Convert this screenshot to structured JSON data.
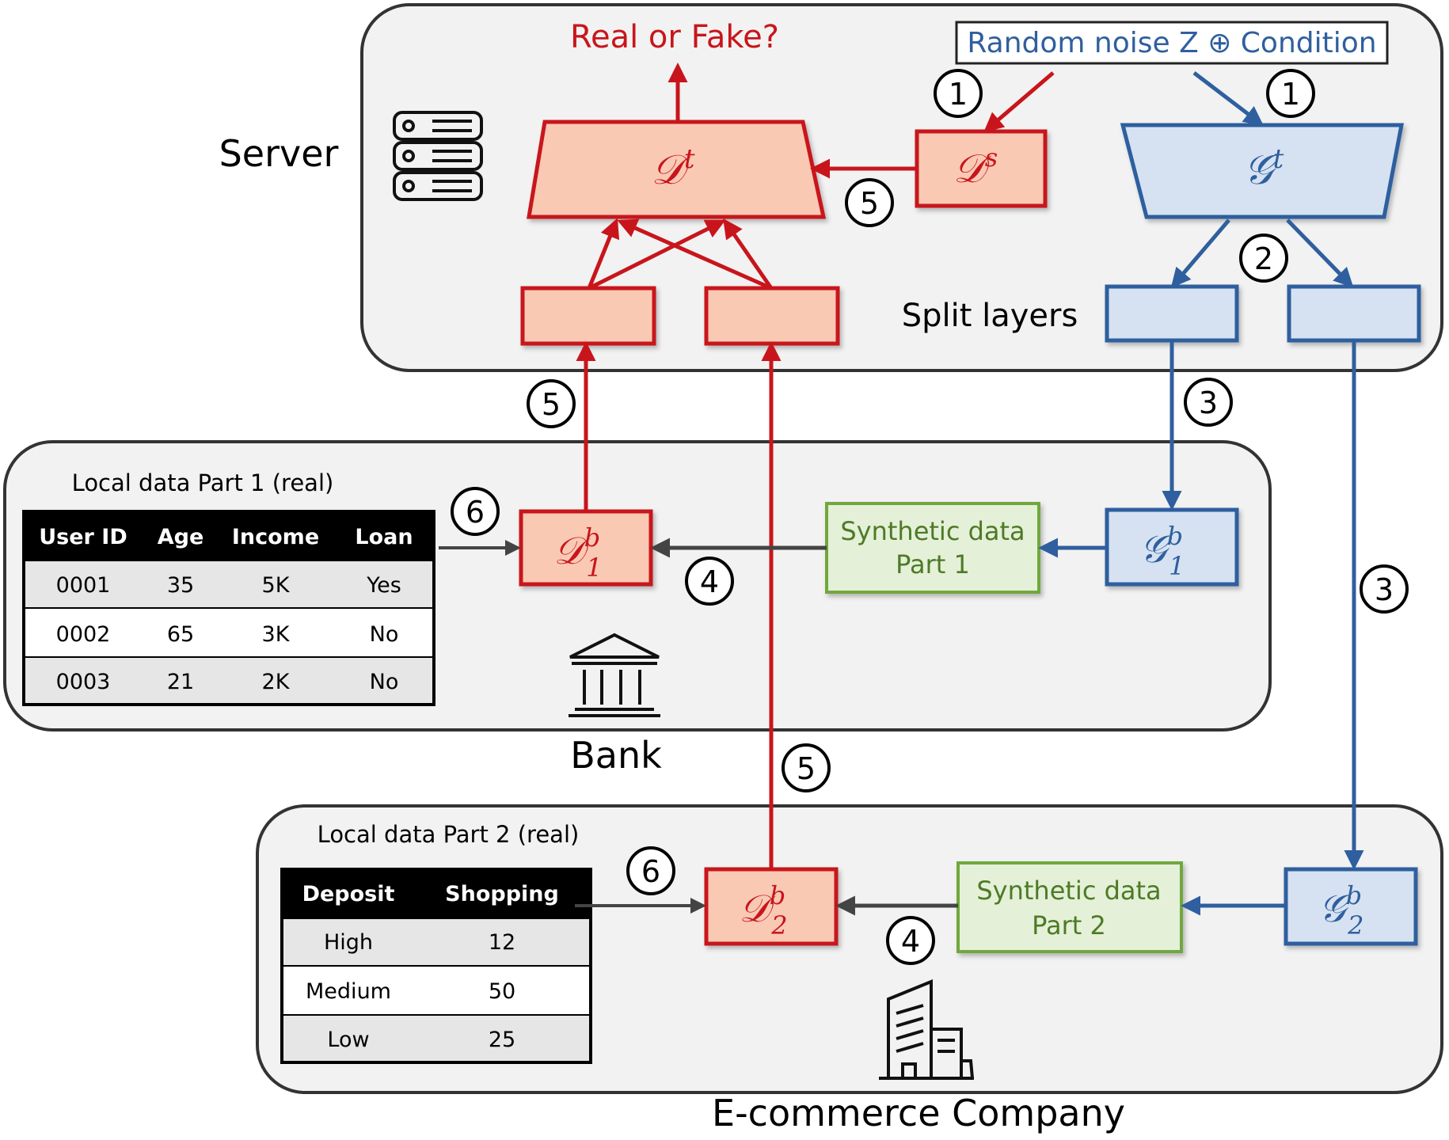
{
  "server": {
    "label": "Server",
    "real_or_fake": "Real or Fake?",
    "input_box": "Random noise Z ⊕ Condition",
    "split_layers": "Split layers",
    "discriminator_top": {
      "base": "𝒟",
      "sup": "t"
    },
    "discriminator_server": {
      "base": "𝒟",
      "sup": "s"
    },
    "generator_top": {
      "base": "𝒢",
      "sup": "t"
    }
  },
  "bank": {
    "label": "Bank",
    "table_title": "Local data Part 1 (real)",
    "table": {
      "headers": [
        "User ID",
        "Age",
        "Income",
        "Loan"
      ],
      "rows": [
        [
          "0001",
          "35",
          "5K",
          "Yes"
        ],
        [
          "0002",
          "65",
          "3K",
          "No"
        ],
        [
          "0003",
          "21",
          "2K",
          "No"
        ]
      ]
    },
    "synthetic": [
      "Synthetic data",
      "Part 1"
    ],
    "discriminator": {
      "base": "𝒟",
      "sup": "b",
      "sub": "1"
    },
    "generator": {
      "base": "𝒢",
      "sup": "b",
      "sub": "1"
    }
  },
  "ecommerce": {
    "label": "E-commerce Company",
    "table_title": "Local data Part 2 (real)",
    "table": {
      "headers": [
        "Deposit",
        "Shopping"
      ],
      "rows": [
        [
          "High",
          "12"
        ],
        [
          "Medium",
          "50"
        ],
        [
          "Low",
          "25"
        ]
      ]
    },
    "synthetic": [
      "Synthetic data",
      "Part 2"
    ],
    "discriminator": {
      "base": "𝒟",
      "sup": "b",
      "sub": "2"
    },
    "generator": {
      "base": "𝒢",
      "sup": "b",
      "sub": "2"
    }
  },
  "steps": {
    "s1": "1",
    "s2": "2",
    "s3": "3",
    "s4": "4",
    "s5": "5",
    "s6": "6"
  },
  "colors": {
    "red_stroke": "#c8151b",
    "red_fill": "#f9c9b4",
    "blue_stroke": "#2f5f9f",
    "blue_fill": "#d6e2f1",
    "green_stroke": "#70a83c",
    "green_fill": "#e4f0d7",
    "panel_fill": "#f2f2f2",
    "panel_stroke": "#333333"
  },
  "icons": [
    "server-icon",
    "bank-icon",
    "building-icon"
  ]
}
